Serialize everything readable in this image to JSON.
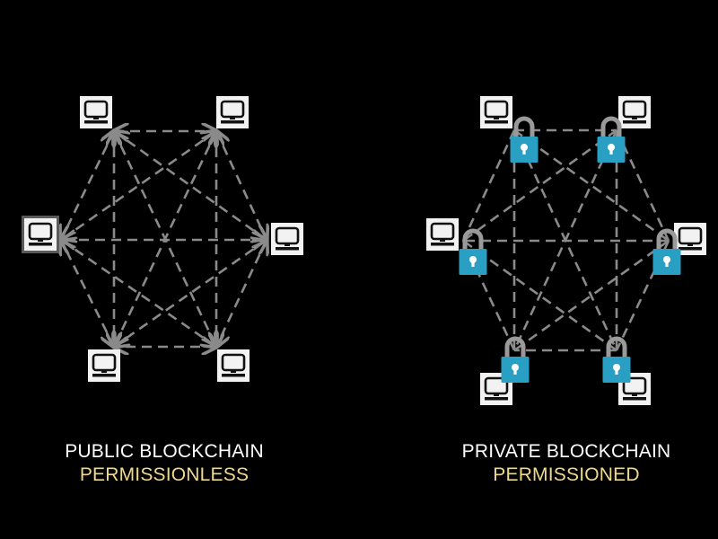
{
  "colors": {
    "background": "#000000",
    "title_text": "#ffffff",
    "subtitle_text": "#f0d98a",
    "connection_line": "#8a8a8a",
    "computer_fill": "#f2f2f2",
    "lock_body": "#2a9fc4",
    "lock_shackle": "#9a9a9a"
  },
  "public_network": {
    "title": "PUBLIC BLOCKCHAIN",
    "subtitle": "PERMISSIONLESS",
    "node_icon": "computer-icon",
    "node_count": 6,
    "connection_style": "dashed-arrow"
  },
  "private_network": {
    "title": "PRIVATE BLOCKCHAIN",
    "subtitle": "PERMISSIONED",
    "node_icon": "computer-icon",
    "lock_icon": "padlock-icon",
    "node_count": 6,
    "connection_style": "dashed-line"
  }
}
